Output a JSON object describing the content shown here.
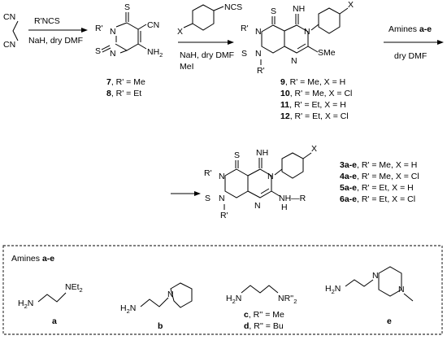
{
  "step1": {
    "reagent_top": "R'NCS",
    "reagent_bottom": "NaH, dry DMF"
  },
  "step2": {
    "reagent_line1": "NaH, dry DMF",
    "reagent_line2": "MeI"
  },
  "step3": {
    "reagent_top_prefix": "Amines ",
    "reagent_top_bold": "a-e",
    "reagent_bottom": "dry DMF"
  },
  "atoms": {
    "CN": "CN",
    "NC": "N",
    "N": "N",
    "S": "S",
    "NH2": "NH",
    "NH": "NH",
    "NH_small": "H",
    "R1": "R'",
    "X": "X",
    "SMe": "SMe",
    "Me": "Me",
    "HN": "H",
    "NHR": "NH—R",
    "H2N": "H",
    "NEt": "NEt",
    "NR": "NR''",
    "two": "2",
    "sub2": "2",
    "SCN": "NCS",
    "IMINE": "NH",
    "N_pip": "N"
  },
  "comp7": {
    "num": "7",
    "rest": ", R' = Me"
  },
  "comp8": {
    "num": "8",
    "rest": ", R' = Et"
  },
  "comp9": {
    "num": "9",
    "rest": ", R' = Me, X = H"
  },
  "comp10": {
    "num": "10",
    "rest": ", R' = Me, X = Cl"
  },
  "comp11": {
    "num": "11",
    "rest": ", R' = Et, X = H"
  },
  "comp12": {
    "num": "12",
    "rest": ", R' = Et, X = Cl"
  },
  "comp3": {
    "num": "3a-e",
    "rest": ", R' = Me, X = H"
  },
  "comp4": {
    "num": "4a-e",
    "rest": ", R' = Me, X = Cl"
  },
  "comp5": {
    "num": "5a-e",
    "rest": ", R' = Et, X = H"
  },
  "comp6": {
    "num": "6a-e",
    "rest": ", R' = Et, X = Cl"
  },
  "amines": {
    "title_prefix": "Amines ",
    "title_bold": "a-e",
    "a": "a",
    "b": "b",
    "c": "c",
    "d": "d",
    "e": "e",
    "c_rest": ", R'' = Me",
    "d_rest": ", R'' = Bu"
  }
}
